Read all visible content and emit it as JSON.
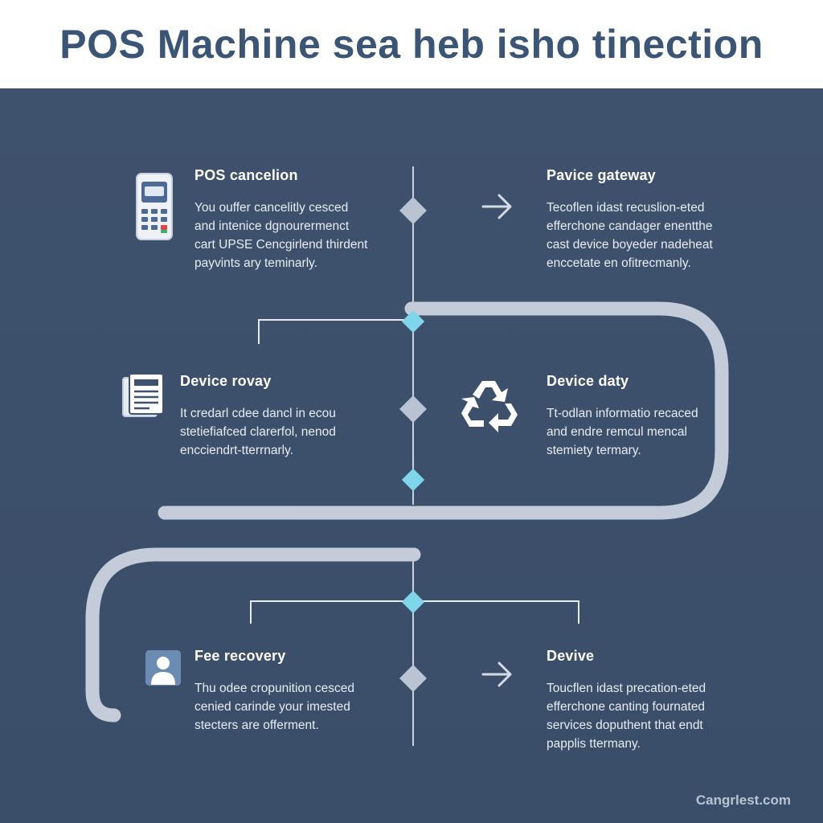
{
  "header": {
    "title": "POS Machine sea heb isho tinection"
  },
  "nodes": {
    "top_left": {
      "icon": "pos-terminal-icon",
      "heading": "POS cancelion",
      "lines": [
        "You ouffer cancelitly cesced",
        "and intenice dgnourermenct",
        "cart UPSE Cencgirlend thirdent",
        "payvints ary teminarly."
      ]
    },
    "top_right": {
      "icon": "arrow-right-icon",
      "heading": "Pavice gateway",
      "lines": [
        "Tecoflen idast recuslion-eted",
        "efferchone candager enentthe",
        "cast device boyeder nadeheat",
        "enccetate en ofitrecmanly."
      ]
    },
    "mid_left": {
      "icon": "document-icon",
      "heading": "Device rovay",
      "lines": [
        "It credarl cdee dancl in ecou",
        "stetiefiafced clarerfol, nenod",
        "encciendrt-tterrnarly."
      ]
    },
    "mid_right": {
      "icon": "recycle-icon",
      "heading": "Device daty",
      "lines": [
        "Tt-odlan informatio recaced",
        "and endre remcul mencal",
        "stemiety termary."
      ]
    },
    "bottom_left": {
      "icon": "user-icon",
      "heading": "Fee recovery",
      "lines": [
        "Thu odee cropunition cesced",
        "cenied carinde your imested",
        "stecters are offerment."
      ]
    },
    "bottom_right": {
      "icon": "arrow-right-icon",
      "heading": "Devive",
      "lines": [
        "Toucflen idast precation-eted",
        "efferchone canting fournated",
        "services doputhent that endt",
        "papplis ttermany."
      ]
    }
  },
  "footer": {
    "brand": "Cangrlest.com"
  },
  "colors": {
    "background": "#3c4f6b",
    "header_bg": "#ffffff",
    "title": "#3b5576",
    "connector": "#c9d2de",
    "accent_diamond": "#7fd6ea",
    "node_diamond": "#b9c3d1"
  }
}
